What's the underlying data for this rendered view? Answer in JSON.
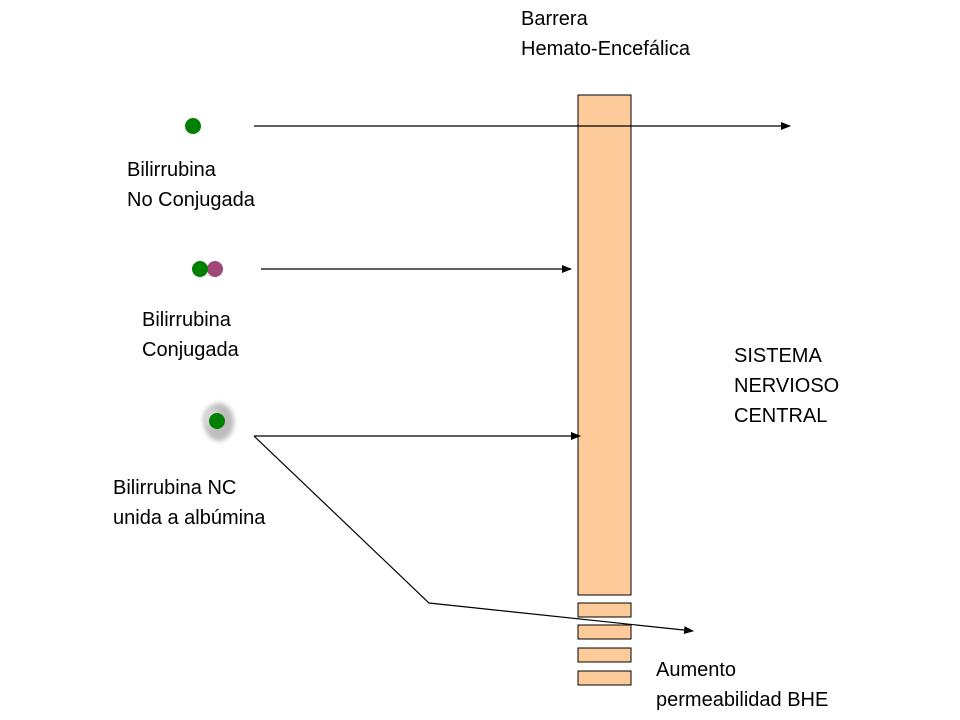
{
  "barrier": {
    "title_line1": "Barrera",
    "title_line2": "Hemato-Encefálica"
  },
  "molecules": {
    "unconjugated": {
      "line1": "Bilirrubina",
      "line2": "No Conjugada"
    },
    "conjugated": {
      "line1": "Bilirrubina",
      "line2": "Conjugada"
    },
    "albumin_bound": {
      "line1": "Bilirrubina NC",
      "line2": "unida a albúmina"
    }
  },
  "cns": {
    "line1": "SISTEMA",
    "line2": "NERVIOSO",
    "line3": "CENTRAL"
  },
  "permeability": {
    "line1": "Aumento",
    "line2": "permeabilidad BHE"
  },
  "colors": {
    "bilirubin": "#008000",
    "conjugate": "#a0487a",
    "albumin": "#b8b8b8",
    "barrier_fill": "#fdcb9a",
    "barrier_stroke": "#000000",
    "arrow": "#000000"
  }
}
